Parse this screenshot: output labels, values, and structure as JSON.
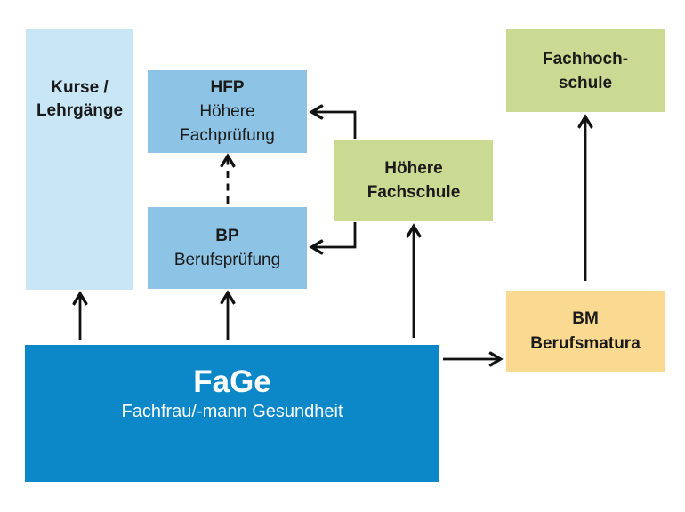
{
  "diagram": {
    "title_implicit": "FaGe career pathways diagram",
    "colors": {
      "light_blue": "#c9e6f7",
      "mid_blue": "#8dc4e5",
      "green": "#cbda93",
      "yellow": "#fad991",
      "dark_blue": "#0c88c9",
      "text_dark": "#1a1a1a",
      "text_light": "#ffffff",
      "arrow": "#111111"
    },
    "boxes": {
      "kurse": {
        "lines": [
          "Kurse /",
          "Lehrgänge"
        ]
      },
      "hfp": {
        "title": "HFP",
        "lines": [
          "Höhere",
          "Fachprüfung"
        ]
      },
      "bp": {
        "title": "BP",
        "lines": [
          "Berufsprüfung"
        ]
      },
      "hoehere_fachschule": {
        "lines": [
          "Höhere",
          "Fachschule"
        ]
      },
      "fachhochschule": {
        "lines": [
          "Fachhoch-",
          "schule"
        ]
      },
      "bm": {
        "title": "BM",
        "lines": [
          "Berufsmatura"
        ]
      },
      "fage": {
        "title": "FaGe",
        "subtitle": "Fachfrau/-mann Gesundheit"
      }
    },
    "edges": [
      {
        "from": "fage",
        "to": "kurse",
        "style": "solid"
      },
      {
        "from": "fage",
        "to": "bp",
        "style": "solid"
      },
      {
        "from": "bp",
        "to": "hfp",
        "style": "dashed"
      },
      {
        "from": "fage",
        "to": "hoehere_fachschule",
        "style": "solid"
      },
      {
        "from": "hoehere_fachschule",
        "to": "hfp",
        "style": "solid-elbow"
      },
      {
        "from": "hoehere_fachschule",
        "to": "bp",
        "style": "solid-elbow"
      },
      {
        "from": "fage",
        "to": "bm",
        "style": "solid"
      },
      {
        "from": "bm",
        "to": "fachhochschule",
        "style": "solid"
      }
    ]
  }
}
